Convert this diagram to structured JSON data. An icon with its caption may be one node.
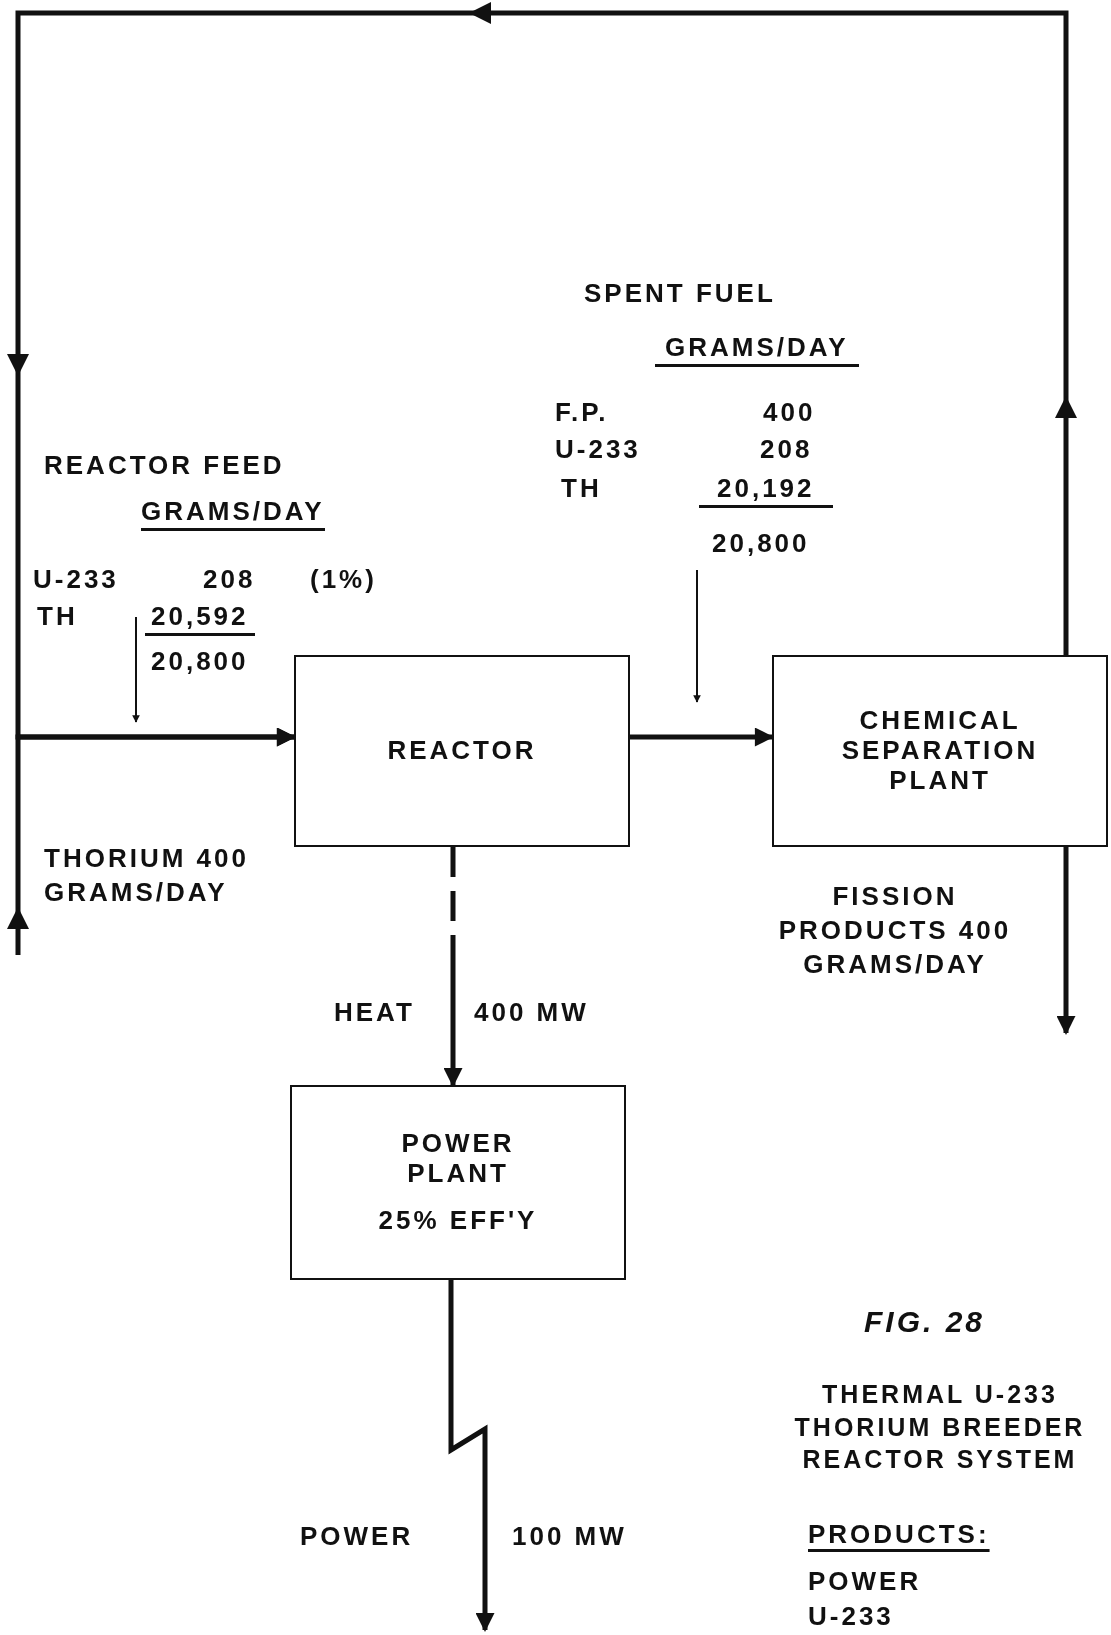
{
  "diagram": {
    "title": "THERMAL U-233 THORIUM BREEDER REACTOR SYSTEM",
    "caption": "FIG. 28",
    "nodes": [
      {
        "text": [
          "REACTOR FEED",
          "GRAMS/DAY",
          "U-233",
          "208",
          "(1%)",
          "TH",
          "20,592",
          "20,800"
        ]
      },
      {
        "text": [
          "REACTOR"
        ]
      },
      {
        "text": [
          "SPENT FUEL",
          "GRAMS/DAY",
          "F.P.",
          "400",
          "U-233",
          "208",
          "TH",
          "20,192",
          "20,800"
        ]
      },
      {
        "text": [
          "CHEMICAL SEPARATION PLANT"
        ]
      },
      {
        "text": [
          "POWER PLANT",
          "25% EFF'Y"
        ]
      }
    ],
    "edges": [
      {
        "from": 3,
        "to": 1,
        "arrow": "to"
      },
      {
        "from": null,
        "to": 1,
        "arrow": "to"
      },
      {
        "from": 1,
        "to": 3,
        "arrow": "to"
      },
      {
        "from": 1,
        "to": 4,
        "arrow": "to",
        "style": "dashed"
      },
      {
        "from": 4,
        "to": null,
        "arrow": "to"
      },
      {
        "from": 3,
        "to": null,
        "arrow": "to"
      },
      {
        "from": 0,
        "to": null,
        "arrow": "to"
      },
      {
        "from": 2,
        "to": null,
        "arrow": "to"
      }
    ],
    "labels": [
      "THORIUM 400 GRAMS/DAY",
      "HEAT",
      "400 MW",
      "FISSION PRODUCTS 400 GRAMS/DAY",
      "POWER",
      "100 MW",
      "PRODUCTS:",
      "POWER",
      "U-233"
    ]
  }
}
